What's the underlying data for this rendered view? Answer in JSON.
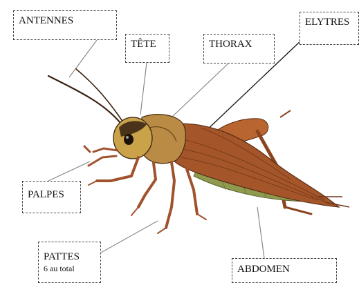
{
  "diagram": {
    "labels": {
      "antennes": "ANTENNES",
      "tete": "TÊTE",
      "thorax": "THORAX",
      "elytres": "ELYTRES",
      "palpes": "PALPES",
      "pattes": "PATTES",
      "pattes_note": "6 au total",
      "abdomen": "ABDOMEN"
    }
  },
  "colors": {
    "body_brown": "#a4562a",
    "dark_brown": "#5a2e14",
    "head_yellow": "#c9a24a",
    "abdomen_green": "#8f9a4e",
    "leader_line": "#8a8a8a",
    "leader_line_dark": "#111111"
  }
}
